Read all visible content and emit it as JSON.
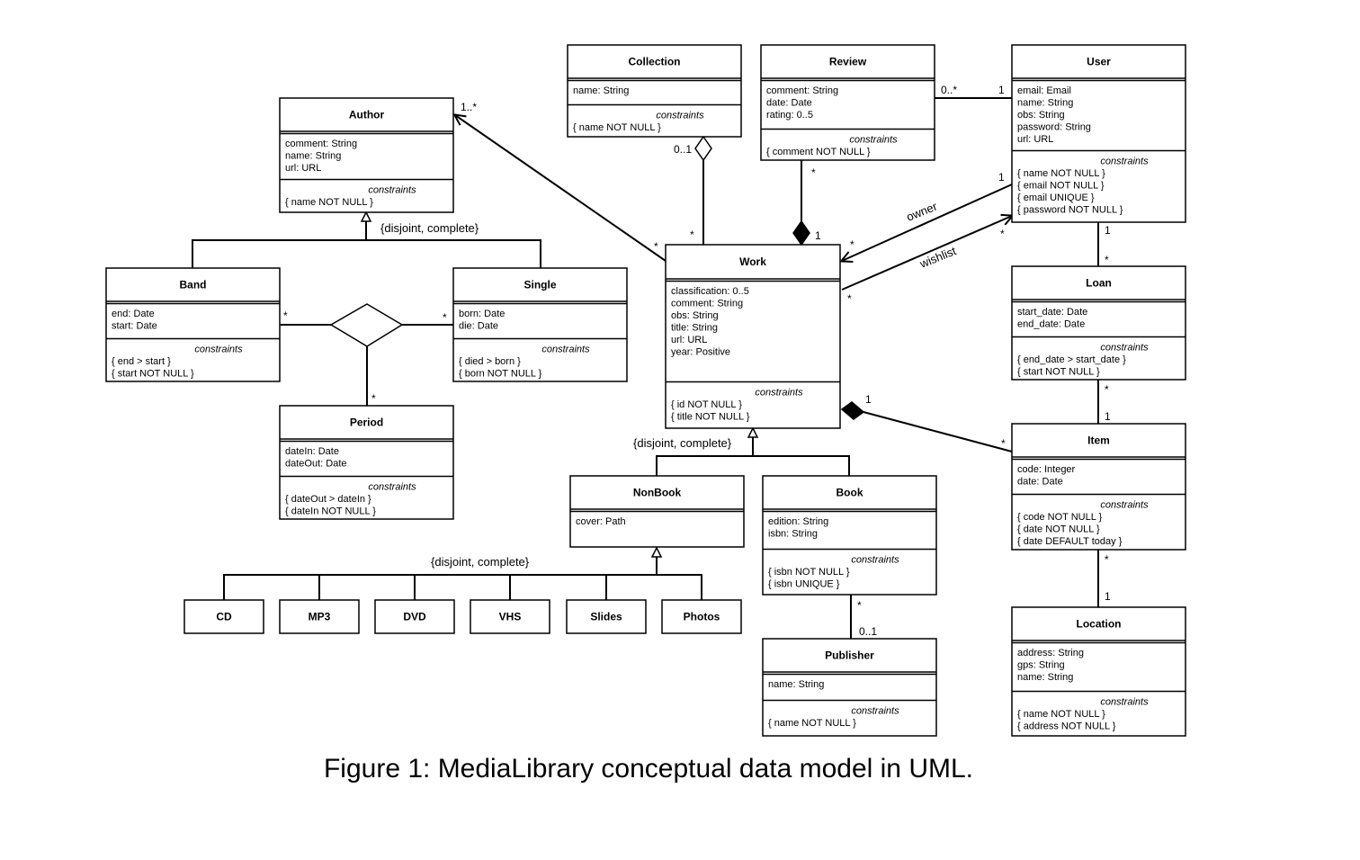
{
  "caption": "Figure 1: MediaLibrary conceptual data model in UML.",
  "constraints_label": "constraints",
  "classes": {
    "collection": {
      "name": "Collection",
      "attributes": [
        "name: String"
      ],
      "constraints": [
        "{ name NOT NULL }"
      ]
    },
    "review": {
      "name": "Review",
      "attributes": [
        "comment: String",
        "date: Date",
        "rating: 0..5"
      ],
      "constraints": [
        "{ comment NOT NULL }"
      ]
    },
    "user": {
      "name": "User",
      "attributes": [
        "email: Email",
        "name: String",
        "obs: String",
        "password: String",
        "url: URL"
      ],
      "constraints": [
        "{ name NOT NULL }",
        "{ email NOT NULL }",
        "{ email UNIQUE }",
        "{ password NOT NULL }"
      ]
    },
    "author": {
      "name": "Author",
      "attributes": [
        "comment: String",
        "name: String",
        "url: URL"
      ],
      "constraints": [
        "{ name NOT NULL }"
      ]
    },
    "band": {
      "name": "Band",
      "attributes": [
        "end: Date",
        "start: Date"
      ],
      "constraints": [
        "{ end > start }",
        "{ start NOT NULL }"
      ]
    },
    "single": {
      "name": "Single",
      "attributes": [
        "born: Date",
        "die: Date"
      ],
      "constraints": [
        "{ died > born }",
        "{ born NOT NULL }"
      ]
    },
    "period": {
      "name": "Period",
      "attributes": [
        "dateIn: Date",
        "dateOut: Date"
      ],
      "constraints": [
        "{ dateOut > dateIn }",
        "{ dateIn NOT NULL }"
      ]
    },
    "work": {
      "name": "Work",
      "attributes": [
        "classification: 0..5",
        "comment: String",
        "obs: String",
        "title: String",
        "url: URL",
        "year: Positive"
      ],
      "constraints": [
        "{ id NOT NULL }",
        "{ title NOT NULL }"
      ]
    },
    "loan": {
      "name": "Loan",
      "attributes": [
        "start_date: Date",
        "end_date: Date"
      ],
      "constraints": [
        "{ end_date > start_date }",
        "{ start NOT NULL }"
      ]
    },
    "item": {
      "name": "Item",
      "attributes": [
        "code: Integer",
        "date: Date"
      ],
      "constraints": [
        "{ code NOT NULL }",
        "{ date NOT NULL }",
        "{ date DEFAULT today }"
      ]
    },
    "nonbook": {
      "name": "NonBook",
      "attributes": [
        "cover: Path"
      ],
      "constraints": []
    },
    "book": {
      "name": "Book",
      "attributes": [
        "edition: String",
        "isbn: String"
      ],
      "constraints": [
        "{ isbn NOT NULL }",
        "{ isbn UNIQUE }"
      ]
    },
    "publisher": {
      "name": "Publisher",
      "attributes": [
        "name: String"
      ],
      "constraints": [
        "{ name NOT NULL }"
      ]
    },
    "location": {
      "name": "Location",
      "attributes": [
        "address: String",
        "gps: String",
        "name: String"
      ],
      "constraints": [
        "{ name NOT NULL }",
        "{ address NOT NULL }"
      ]
    }
  },
  "simple_classes": {
    "cd": "CD",
    "mp3": "MP3",
    "dvd": "DVD",
    "vhs": "VHS",
    "slides": "Slides",
    "photos": "Photos"
  },
  "generalizations": {
    "author": "{disjoint, complete}",
    "work": "{disjoint, complete}",
    "nonbook": "{disjoint, complete}"
  },
  "role_labels": {
    "owner": "owner",
    "wishlist": "wishlist"
  },
  "multiplicities": {
    "author_work_author": "1..*",
    "author_work_work": "*",
    "collection_work_collection": "0..1",
    "collection_work_work": "*",
    "review_work_review": "*",
    "review_work_work": "1",
    "review_user_review": "0..*",
    "review_user_user": "1",
    "owner_user": "1",
    "owner_work": "*",
    "wishlist_user": "*",
    "wishlist_work": "*",
    "user_loan_user": "1",
    "user_loan_loan": "*",
    "loan_item_loan": "*",
    "loan_item_item": "1",
    "work_item_work": "1",
    "work_item_item": "*",
    "item_location_item": "*",
    "item_location_location": "1",
    "book_publisher_book": "*",
    "book_publisher_publisher": "0..1",
    "band_assoc": "*",
    "single_assoc": "*",
    "period_assoc": "*"
  }
}
